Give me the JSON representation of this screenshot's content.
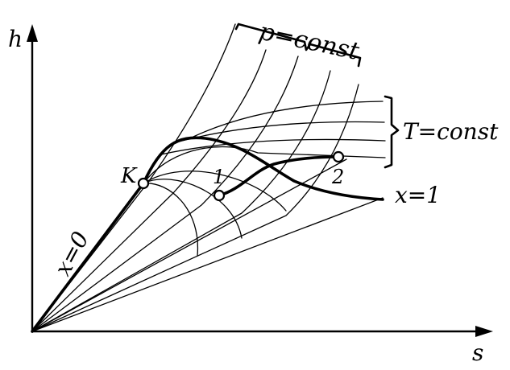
{
  "diagram": {
    "axis_y_label": "h",
    "axis_x_label": "s",
    "pressure_label": "p=const",
    "temperature_label": "T=const",
    "saturated_liquid_label": "x=0",
    "saturated_vapor_label": "x=1",
    "critical_point_label": "K",
    "point_1_label": "1",
    "point_2_label": "2"
  }
}
